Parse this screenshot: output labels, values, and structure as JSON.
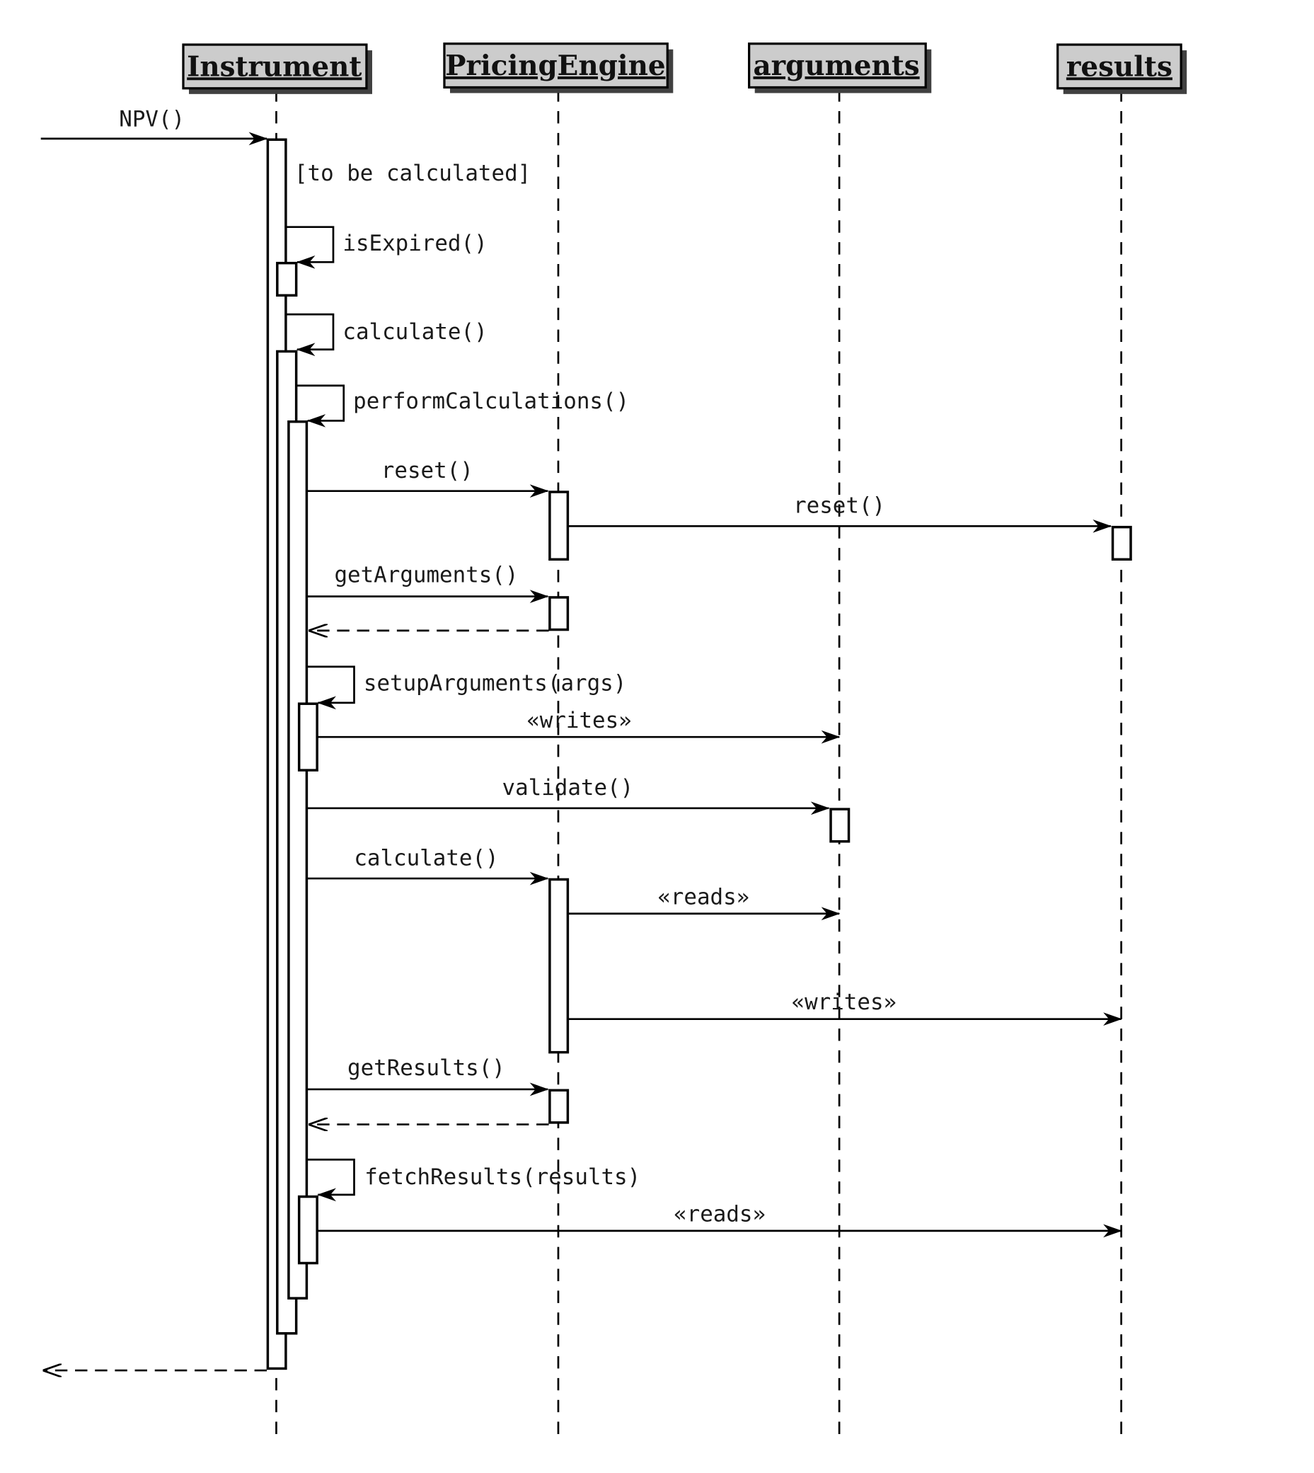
{
  "diagram": {
    "type": "UML sequence diagram",
    "participants": [
      {
        "id": "instrument",
        "label": "Instrument"
      },
      {
        "id": "engine",
        "label": "PricingEngine"
      },
      {
        "id": "arguments",
        "label": "arguments"
      },
      {
        "id": "results",
        "label": "results"
      }
    ],
    "guard": "[to be calculated]",
    "messages": [
      {
        "id": "npv",
        "label": "NPV()",
        "from": "external",
        "to": "instrument",
        "kind": "call"
      },
      {
        "id": "isexpired",
        "label": "isExpired()",
        "from": "instrument",
        "to": "instrument",
        "kind": "self"
      },
      {
        "id": "calculate-self",
        "label": "calculate()",
        "from": "instrument",
        "to": "instrument",
        "kind": "self"
      },
      {
        "id": "performcalc",
        "label": "performCalculations()",
        "from": "instrument",
        "to": "instrument",
        "kind": "self"
      },
      {
        "id": "reset-engine",
        "label": "reset()",
        "from": "instrument",
        "to": "engine",
        "kind": "call"
      },
      {
        "id": "reset-results",
        "label": "reset()",
        "from": "engine",
        "to": "results",
        "kind": "call"
      },
      {
        "id": "getarguments",
        "label": "getArguments()",
        "from": "instrument",
        "to": "engine",
        "kind": "call"
      },
      {
        "id": "getarguments-return",
        "label": "",
        "from": "engine",
        "to": "instrument",
        "kind": "return"
      },
      {
        "id": "setuparguments",
        "label": "setupArguments(args)",
        "from": "instrument",
        "to": "instrument",
        "kind": "self"
      },
      {
        "id": "writes-args",
        "label": "«writes»",
        "from": "instrument",
        "to": "arguments",
        "kind": "call"
      },
      {
        "id": "validate",
        "label": "validate()",
        "from": "instrument",
        "to": "arguments",
        "kind": "call"
      },
      {
        "id": "calculate-engine",
        "label": "calculate()",
        "from": "instrument",
        "to": "engine",
        "kind": "call"
      },
      {
        "id": "reads-args",
        "label": "«reads»",
        "from": "engine",
        "to": "arguments",
        "kind": "call"
      },
      {
        "id": "writes-results",
        "label": "«writes»",
        "from": "engine",
        "to": "results",
        "kind": "call"
      },
      {
        "id": "getresults",
        "label": "getResults()",
        "from": "instrument",
        "to": "engine",
        "kind": "call"
      },
      {
        "id": "getresults-return",
        "label": "",
        "from": "engine",
        "to": "instrument",
        "kind": "return"
      },
      {
        "id": "fetchresults",
        "label": "fetchResults(results)",
        "from": "instrument",
        "to": "instrument",
        "kind": "self"
      },
      {
        "id": "reads-results",
        "label": "«reads»",
        "from": "instrument",
        "to": "results",
        "kind": "call"
      },
      {
        "id": "npv-return",
        "label": "",
        "from": "instrument",
        "to": "external",
        "kind": "return"
      }
    ]
  },
  "colors": {
    "participant_fill": "#cccccc",
    "participant_shadow": "#404040",
    "line": "#000000",
    "background": "#ffffff"
  }
}
